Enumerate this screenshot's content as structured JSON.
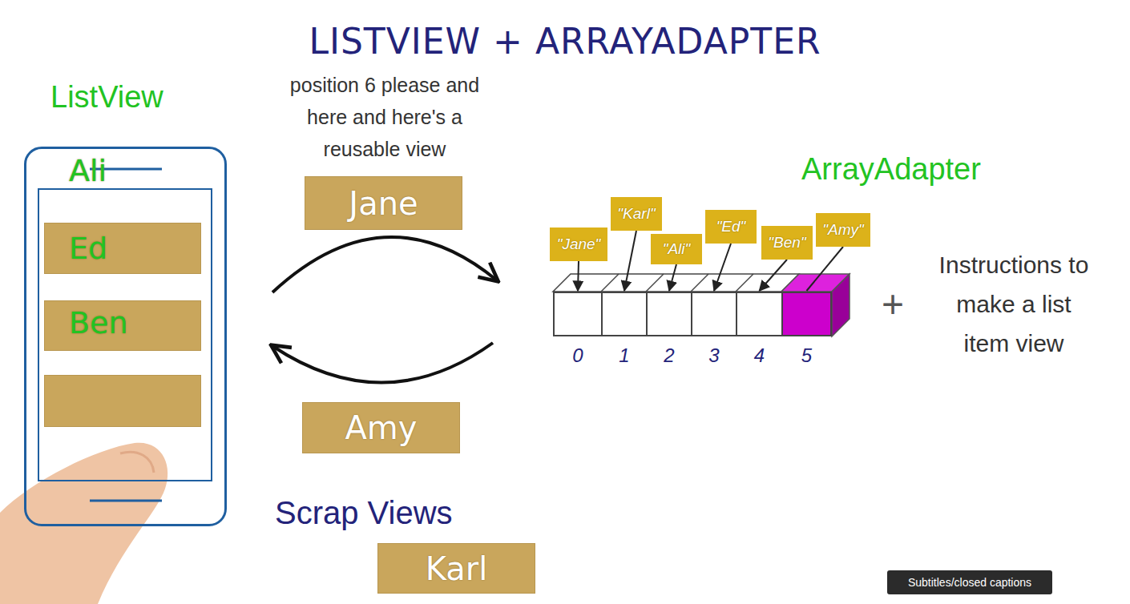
{
  "diagram": {
    "title": "LISTVIEW + ARRAYADAPTER",
    "nodes": [
      {
        "text": [
          "ListView"
        ]
      },
      {
        "text": [
          "Ali"
        ],
        "in": 0
      },
      {
        "text": [
          "Ed"
        ],
        "in": 0
      },
      {
        "text": [
          "Ben"
        ],
        "in": 0
      },
      {
        "text": [
          "Jane"
        ]
      },
      {
        "text": [
          "Amy"
        ]
      },
      {
        "text": [
          "Karl"
        ]
      },
      {
        "text": [
          "\"Jane\""
        ]
      },
      {
        "text": [
          "\"Karl\""
        ]
      },
      {
        "text": [
          "\"Ali\""
        ]
      },
      {
        "text": [
          "\"Ed\""
        ]
      },
      {
        "text": [
          "\"Ben\""
        ]
      },
      {
        "text": [
          "\"Amy\""
        ]
      },
      {
        "text": [
          "0"
        ]
      },
      {
        "text": [
          "1"
        ]
      },
      {
        "text": [
          "2"
        ]
      },
      {
        "text": [
          "3"
        ]
      },
      {
        "text": [
          "4"
        ]
      },
      {
        "text": [
          "5"
        ]
      }
    ],
    "edges": [
      {
        "from": 7,
        "to": 13,
        "arrow": "to"
      },
      {
        "from": 8,
        "to": 14,
        "arrow": "to"
      },
      {
        "from": 9,
        "to": 15,
        "arrow": "to"
      },
      {
        "from": 10,
        "to": 16,
        "arrow": "to"
      },
      {
        "from": 11,
        "to": 17,
        "arrow": "to"
      },
      {
        "from": 12,
        "to": 18,
        "arrow": "none"
      }
    ],
    "labels": [
      "position 6 please and here and here's a reusable view",
      "ArrayAdapter",
      "+",
      "Instructions to make a list item view",
      "Scrap Views",
      "Subtitles/closed captions"
    ]
  }
}
